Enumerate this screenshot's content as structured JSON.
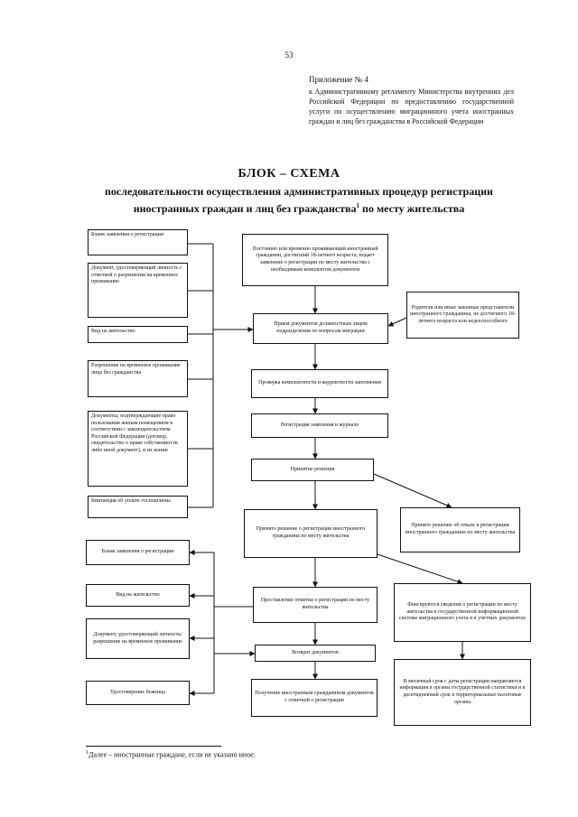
{
  "page_number": "53",
  "appendix": {
    "title": "Приложение № 4",
    "body": "к Административному регламенту Министерства внутренних дел Российской Федерации по предоставлению государственной услуги по осуществлению миграционного учета иностранных граждан и лиц без гражданства в Российской Федерации"
  },
  "heading": {
    "title": "БЛОК – СХЕМА",
    "subtitle_before": "последовательности осуществления административных процедур регистрации иностранных граждан и лиц без гражданства",
    "subtitle_sup": "1",
    "subtitle_after": " по месту жительства"
  },
  "left_docs_top": [
    "Бланк заявления о регистрации",
    "Документ, удостоверяющий личность с отметкой о разрешении на временное проживание",
    "Вид на жительство",
    "Разрешение на временное проживание лица без гражданства",
    "Документы, подтверждающие право пользования жилым помещением в соответствии с законодательством Российской Федерации (договор, свидетельство о праве собственности либо иной документ), и их копии",
    "Квитанция об уплате госпошлины"
  ],
  "flow": {
    "applicant": "Постоянно или временно проживающий иностранный гражданин, достигший 18-летнего возраста, подает заявление о регистрации по месту жительства с необходимым комплектом документов",
    "parents": "Родители или иные законные представители иностранного гражданина, не достигшего 18-летнего возраста или недееспособного",
    "reception": "Прием документов должностным лицом подразделения по вопросам миграции",
    "check": "Проверка комплектности и корректности заполнения",
    "register_journal": "Регистрация заявления в журнале",
    "decision": "Принятие решения",
    "decision_yes": "Принято решение о регистрации иностранного гражданина по месту жительства",
    "decision_no": "Принято решение об отказе в регистрации иностранного гражданина по месту жительства",
    "mark": "Проставление отметки о регистрации по месту жительства",
    "record": "Фиксируются сведения о регистрации по месту жительства в государственной информационной системе миграционного учета и в учетных документах",
    "return_docs": "Возврат документов",
    "receive": "Получение иностранным гражданином документов с отметкой о регистрации",
    "monthly": "В месячный срок с даты регистрации направляется информация в органы государственной статистики и в десятидневный срок в территориальные налоговые органы"
  },
  "left_docs_bottom": [
    "Бланк заявления о регистрации",
    "Вид на жительство",
    "Документ, удостоверяющий личность/разрешение на временное проживание",
    "Удостоверение беженца"
  ],
  "footnote": {
    "mark": "1",
    "text": "Далее – иностранные граждане, если не указано иное."
  }
}
